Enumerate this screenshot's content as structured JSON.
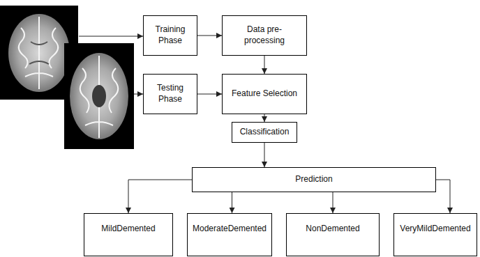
{
  "diagram": {
    "nodes": [
      {
        "text": [
          "Training Phase"
        ]
      },
      {
        "text": [
          "Data pre-processing"
        ]
      },
      {
        "text": [
          "Testing Phase"
        ]
      },
      {
        "text": [
          "Feature Selection"
        ]
      },
      {
        "text": [
          "Classification"
        ]
      },
      {
        "text": [
          "Prediction"
        ]
      },
      {
        "text": [
          "MildDemented"
        ]
      },
      {
        "text": [
          "ModerateDemented"
        ]
      },
      {
        "text": [
          "NonDemented"
        ]
      },
      {
        "text": [
          "VeryMildDemented"
        ]
      }
    ],
    "edges": [
      {
        "from": 0,
        "to": 1,
        "arrow": "to"
      },
      {
        "from": 2,
        "to": 3,
        "arrow": "to"
      },
      {
        "from": 1,
        "to": 3,
        "arrow": "to"
      },
      {
        "from": 3,
        "to": 4,
        "arrow": "to"
      },
      {
        "from": 4,
        "to": 5,
        "arrow": "to"
      },
      {
        "from": 5,
        "to": 6,
        "arrow": "to"
      },
      {
        "from": 5,
        "to": 7,
        "arrow": "to"
      },
      {
        "from": 5,
        "to": 8,
        "arrow": "to"
      },
      {
        "from": 5,
        "to": 9,
        "arrow": "to"
      }
    ]
  }
}
